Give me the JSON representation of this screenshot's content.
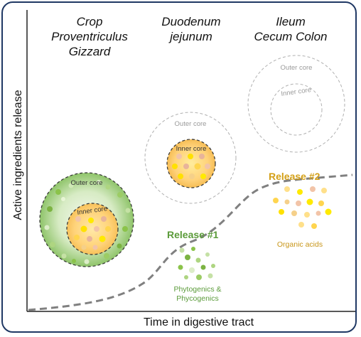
{
  "regions": {
    "crop": [
      "Crop",
      "Proventriculus",
      "Gizzard"
    ],
    "duodenum": [
      "Duodenum",
      "jejunum"
    ],
    "ileum": [
      "Ileum",
      "Cecum Colon"
    ]
  },
  "axes": {
    "y_label": "Active ingredients release",
    "x_label": "Time in digestive tract"
  },
  "capsule_labels": {
    "outer": "Outer core",
    "inner": "Inner core"
  },
  "release_1": {
    "title": "Release #1",
    "caption_line1": "Phytogenics &",
    "caption_line2": "Phycogenics"
  },
  "release_2": {
    "title": "Release #2",
    "caption": "Organic acids"
  },
  "colors": {
    "frame": "#1f3864",
    "green": "#70ad47",
    "gold": "#d4a017",
    "curve": "#808080"
  }
}
